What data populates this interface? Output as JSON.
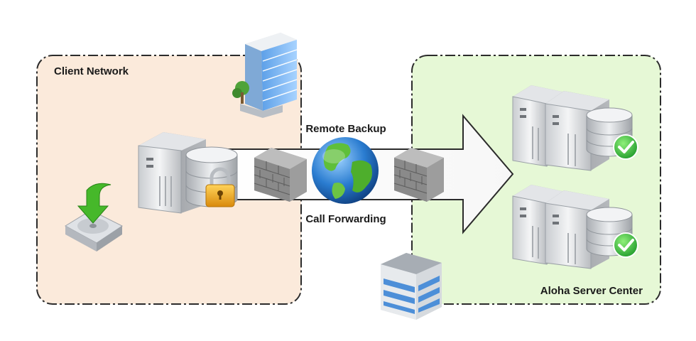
{
  "zones": {
    "client": {
      "title": "Client Network",
      "fill": "#fbeadb"
    },
    "server": {
      "title": "Aloha Server Center",
      "fill": "#e6f8d6"
    }
  },
  "links": {
    "top_label": "Remote Backup",
    "bottom_label": "Call Forwarding"
  },
  "colors": {
    "border": "#2b2b2b",
    "brick": "#8c8c8c",
    "check": "#2fb33a",
    "lock": "#e8a21a",
    "download": "#46b82a"
  },
  "icons": [
    "office-building-icon",
    "client-server-icon",
    "locked-database-icon",
    "hard-drive-download-icon",
    "firewall-icon",
    "globe-icon",
    "server-pair-icon",
    "database-check-icon",
    "datacenter-building-icon"
  ]
}
